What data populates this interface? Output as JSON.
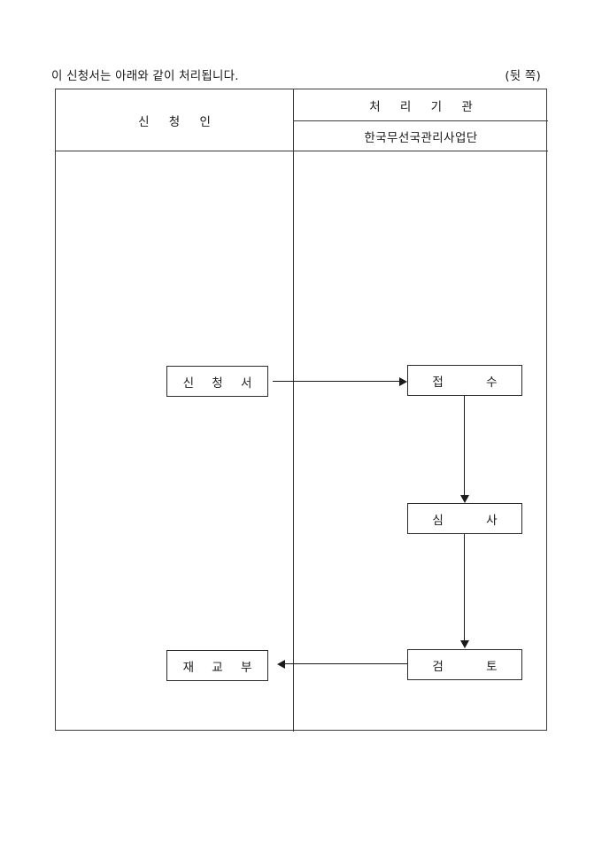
{
  "document": {
    "caption": "이 신청서는 아래와 같이 처리됩니다.",
    "page_note": "(뒷 쪽)"
  },
  "flow_table": {
    "columns": [
      {
        "key": "applicant",
        "header": "신   청   인"
      },
      {
        "key": "agency",
        "header": "처   리   기   관",
        "subheader": "한국무선국관리사업단"
      }
    ],
    "nodes": [
      {
        "id": "application",
        "label": "신 청 서",
        "column": "applicant"
      },
      {
        "id": "receipt",
        "label": "접   수",
        "column": "agency"
      },
      {
        "id": "examination",
        "label": "심   사",
        "column": "agency"
      },
      {
        "id": "review",
        "label": "검   토",
        "column": "agency"
      },
      {
        "id": "reissue",
        "label": "재 교 부",
        "column": "applicant"
      }
    ],
    "connectors": [
      {
        "from": "application",
        "to": "receipt",
        "direction": "right"
      },
      {
        "from": "receipt",
        "to": "examination",
        "direction": "down"
      },
      {
        "from": "examination",
        "to": "review",
        "direction": "down"
      },
      {
        "from": "review",
        "to": "reissue",
        "direction": "left"
      }
    ]
  },
  "colors": {
    "border": "#3a3a3a",
    "node_border": "#2b2b2b",
    "text": "#1a1a1a",
    "background": "#ffffff"
  }
}
